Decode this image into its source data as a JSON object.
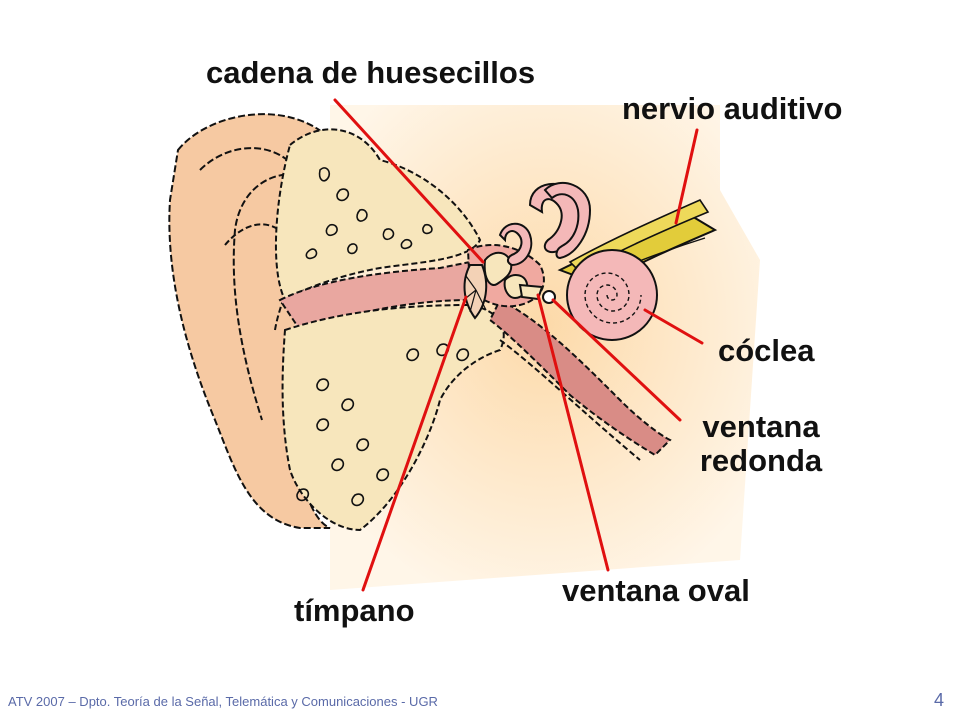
{
  "labels": {
    "ossicles": "cadena de huesecillos",
    "auditory_nerve": "nervio auditivo",
    "cochlea": "cóclea",
    "round_window_line1": "ventana",
    "round_window_line2": "redonda",
    "oval_window": "ventana oval",
    "eardrum": "tímpano"
  },
  "footer": {
    "text": "ATV 2007 – Dpto. Teoría de la Señal, Telemática y Comunicaciones - UGR",
    "page": "4"
  },
  "colors": {
    "leader_line": "#e01010",
    "skin": "#f6c9a2",
    "bone": "#f7e6bc",
    "canal": "#e9a7a0",
    "cochlea": "#f4b8b8",
    "nerve": "#e2cc3a",
    "background_glow": "#fde2b8",
    "footer_text": "#5a6aa8"
  }
}
